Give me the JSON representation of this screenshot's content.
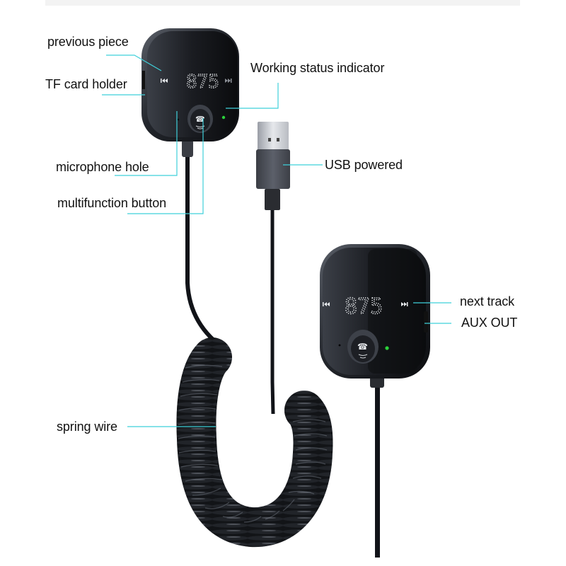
{
  "page": {
    "background": "#ffffff",
    "top_bar_color": "#f3f3f3"
  },
  "accent": {
    "callout_line_color": "#3fd0da",
    "led_color": "#2bd13a"
  },
  "device": {
    "display_value": "875",
    "prev_icon": "previous-track-icon",
    "next_icon": "next-track-icon",
    "button_icon": "phone-call-icon"
  },
  "callouts": {
    "previous_piece": "previous piece",
    "tf_card_holder": "TF card holder",
    "working_status_indicator": "Working status indicator",
    "microphone_hole": "microphone hole",
    "usb_powered": "USB powered",
    "multifunction_button": "multifunction button",
    "next_track": "next track",
    "aux_out": "AUX OUT",
    "spring_wire": "spring wire"
  }
}
